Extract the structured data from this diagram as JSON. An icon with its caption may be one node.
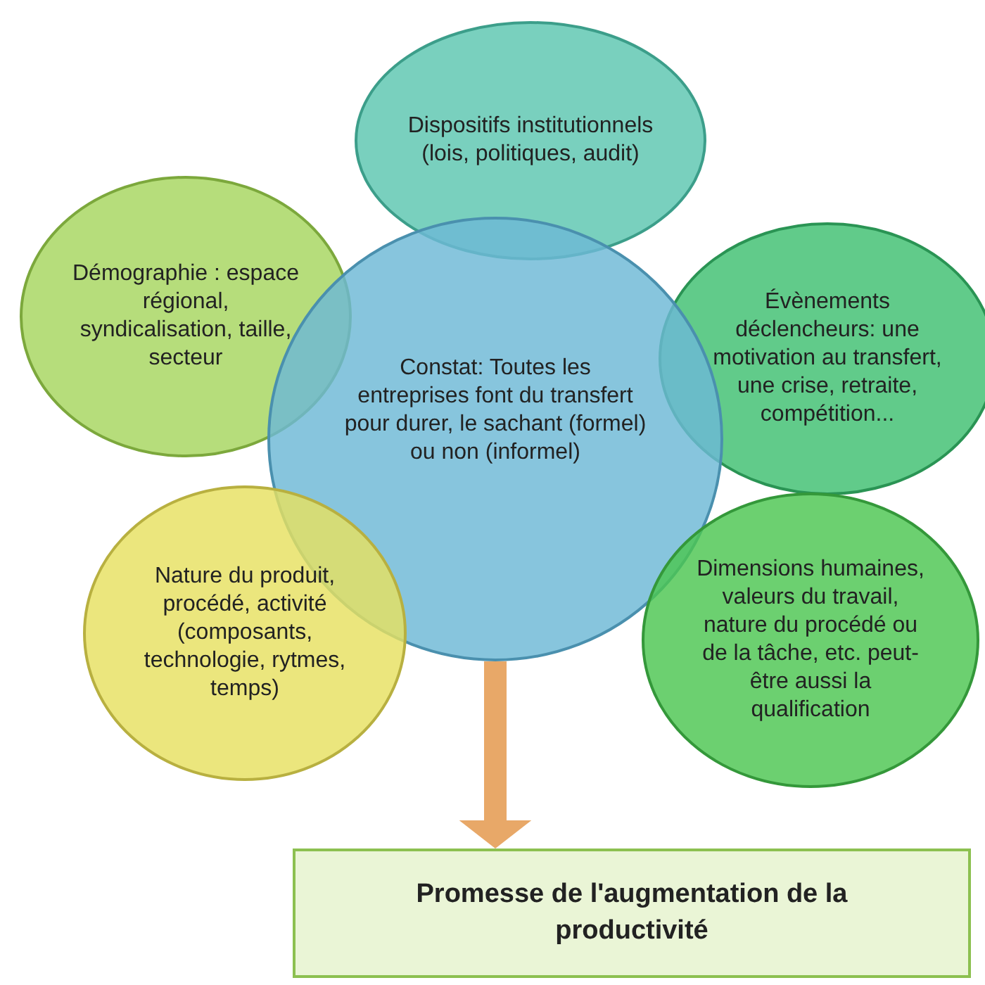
{
  "diagram": {
    "nodes": [
      {
        "text": [
          "Dispositifs institutionnels (lois, politiques, audit)"
        ]
      },
      {
        "text": [
          "Démographie : espace régional, syndicalisation, taille, secteur"
        ]
      },
      {
        "text": [
          "Évènements déclencheurs: une motivation au transfert, une crise, retraite, compétition..."
        ]
      },
      {
        "text": [
          "Constat: Toutes les entreprises font du transfert pour durer, le sachant (formel) ou non (informel)"
        ]
      },
      {
        "text": [
          "Nature du produit, procédé, activité (composants, technologie, rytmes, temps)"
        ]
      },
      {
        "text": [
          "Dimensions humaines, valeurs du travail, nature du procédé ou de la tâche, etc. peut-être aussi la qualification"
        ]
      },
      {
        "text": [
          "Promesse de l'augmentation de la productivité"
        ]
      }
    ],
    "edges": [
      {
        "from": 3,
        "to": 6,
        "arrow": "to",
        "color": "#e8a868"
      }
    ]
  }
}
